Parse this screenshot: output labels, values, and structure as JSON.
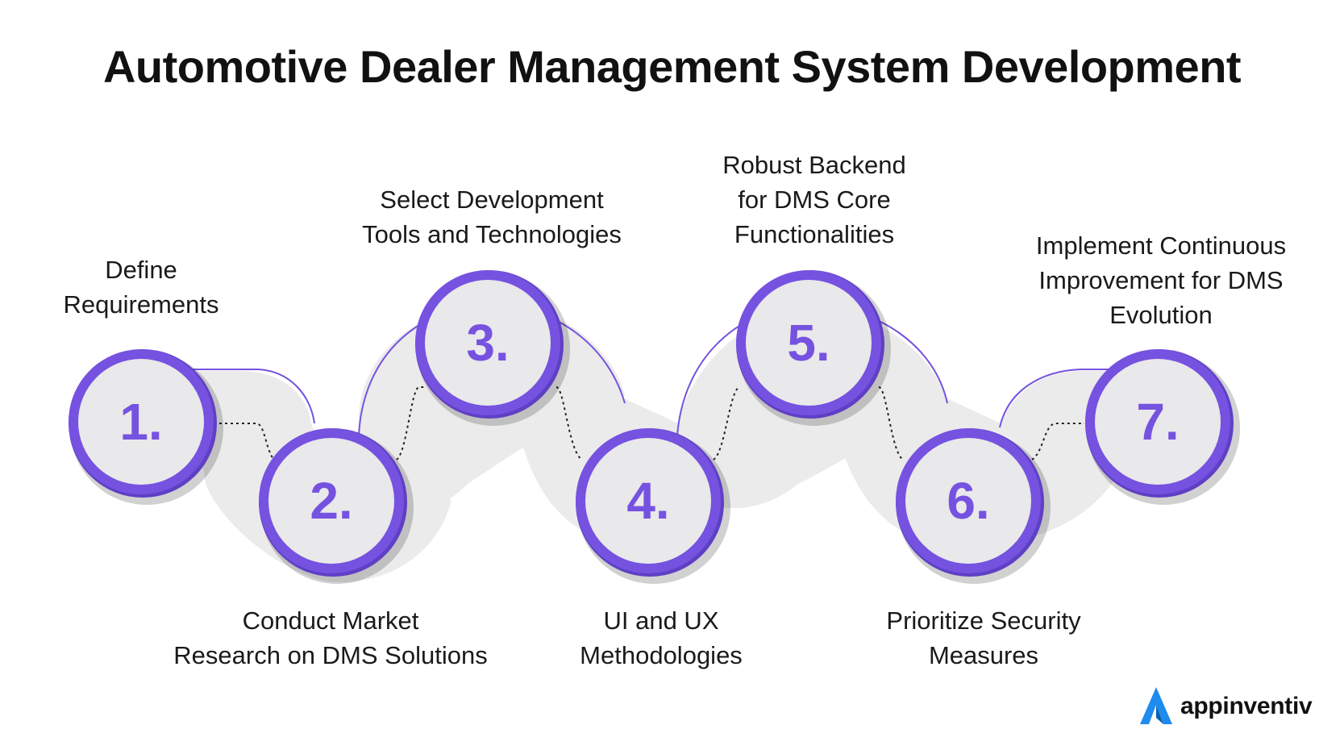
{
  "title": "Automotive Dealer Management System Development",
  "colors": {
    "ring": "#7652e0",
    "ring_shade": "#5f3fc4",
    "circle_fill": "#e9e8ea",
    "blob": "#ebebeb",
    "number": "#7652e0",
    "brand_blue": "#1e8bef"
  },
  "steps": [
    {
      "number": "1.",
      "label": "Define\nRequirements"
    },
    {
      "number": "2.",
      "label": "Conduct Market\nResearch on DMS Solutions"
    },
    {
      "number": "3.",
      "label": "Select Development\nTools and Technologies"
    },
    {
      "number": "4.",
      "label": "UI and UX\nMethodologies"
    },
    {
      "number": "5.",
      "label": "Robust Backend\nfor DMS Core\nFunctionalities"
    },
    {
      "number": "6.",
      "label": "Prioritize Security\nMeasures"
    },
    {
      "number": "7.",
      "label": "Implement Continuous\nImprovement for DMS\nEvolution"
    }
  ],
  "brand": {
    "name": "appinventiv",
    "icon": "appinventiv-logo-icon"
  }
}
